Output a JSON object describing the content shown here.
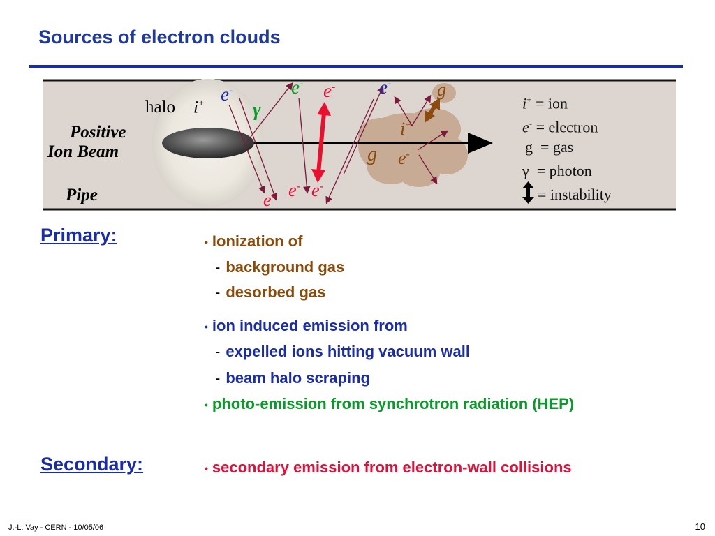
{
  "slide": {
    "title": "Sources of electron clouds",
    "footer_left": "J.-L. Vay - CERN - 10/05/06",
    "page_number": "10"
  },
  "diagram": {
    "halo_label": "halo",
    "ion_symbol": "i",
    "plus": "+",
    "minus": "-",
    "electron_symbol": "e",
    "gas_symbol": "g",
    "photon_symbol": "γ",
    "beam_label_line1": "Positive",
    "beam_label_line2": "Ion Beam",
    "pipe_label": "Pipe",
    "colors": {
      "pipe_fill": "#ddd5cf",
      "pipe_wall": "#111111",
      "gas_cloud": "#c7ab95",
      "beam": "#555555",
      "instability": "#e8102f",
      "gas_arrow": "#8b4a10",
      "electron_blue": "#1a2da8",
      "electron_green": "#0a9a2a",
      "electron_red": "#e0103a",
      "gas_brown": "#8a4a0a",
      "ray": "#7a1a3a"
    }
  },
  "legend": {
    "ion": "= ion",
    "electron": "= electron",
    "gas": "= gas",
    "photon": "= photon",
    "instability": "= instability"
  },
  "primary": {
    "label": "Primary:",
    "bullet1": "Ionization of",
    "bullet1_sub1": "background gas",
    "bullet1_sub2": "desorbed gas",
    "bullet2": "ion induced emission from",
    "bullet2_sub1": "expelled ions hitting vacuum wall",
    "bullet2_sub2": "beam halo scraping",
    "bullet3": "photo-emission from synchrotron radiation (HEP)"
  },
  "secondary": {
    "label": "Secondary:",
    "bullet1": "secondary emission from electron-wall collisions"
  },
  "symbols": {
    "bullet": "•",
    "dash": "-"
  }
}
